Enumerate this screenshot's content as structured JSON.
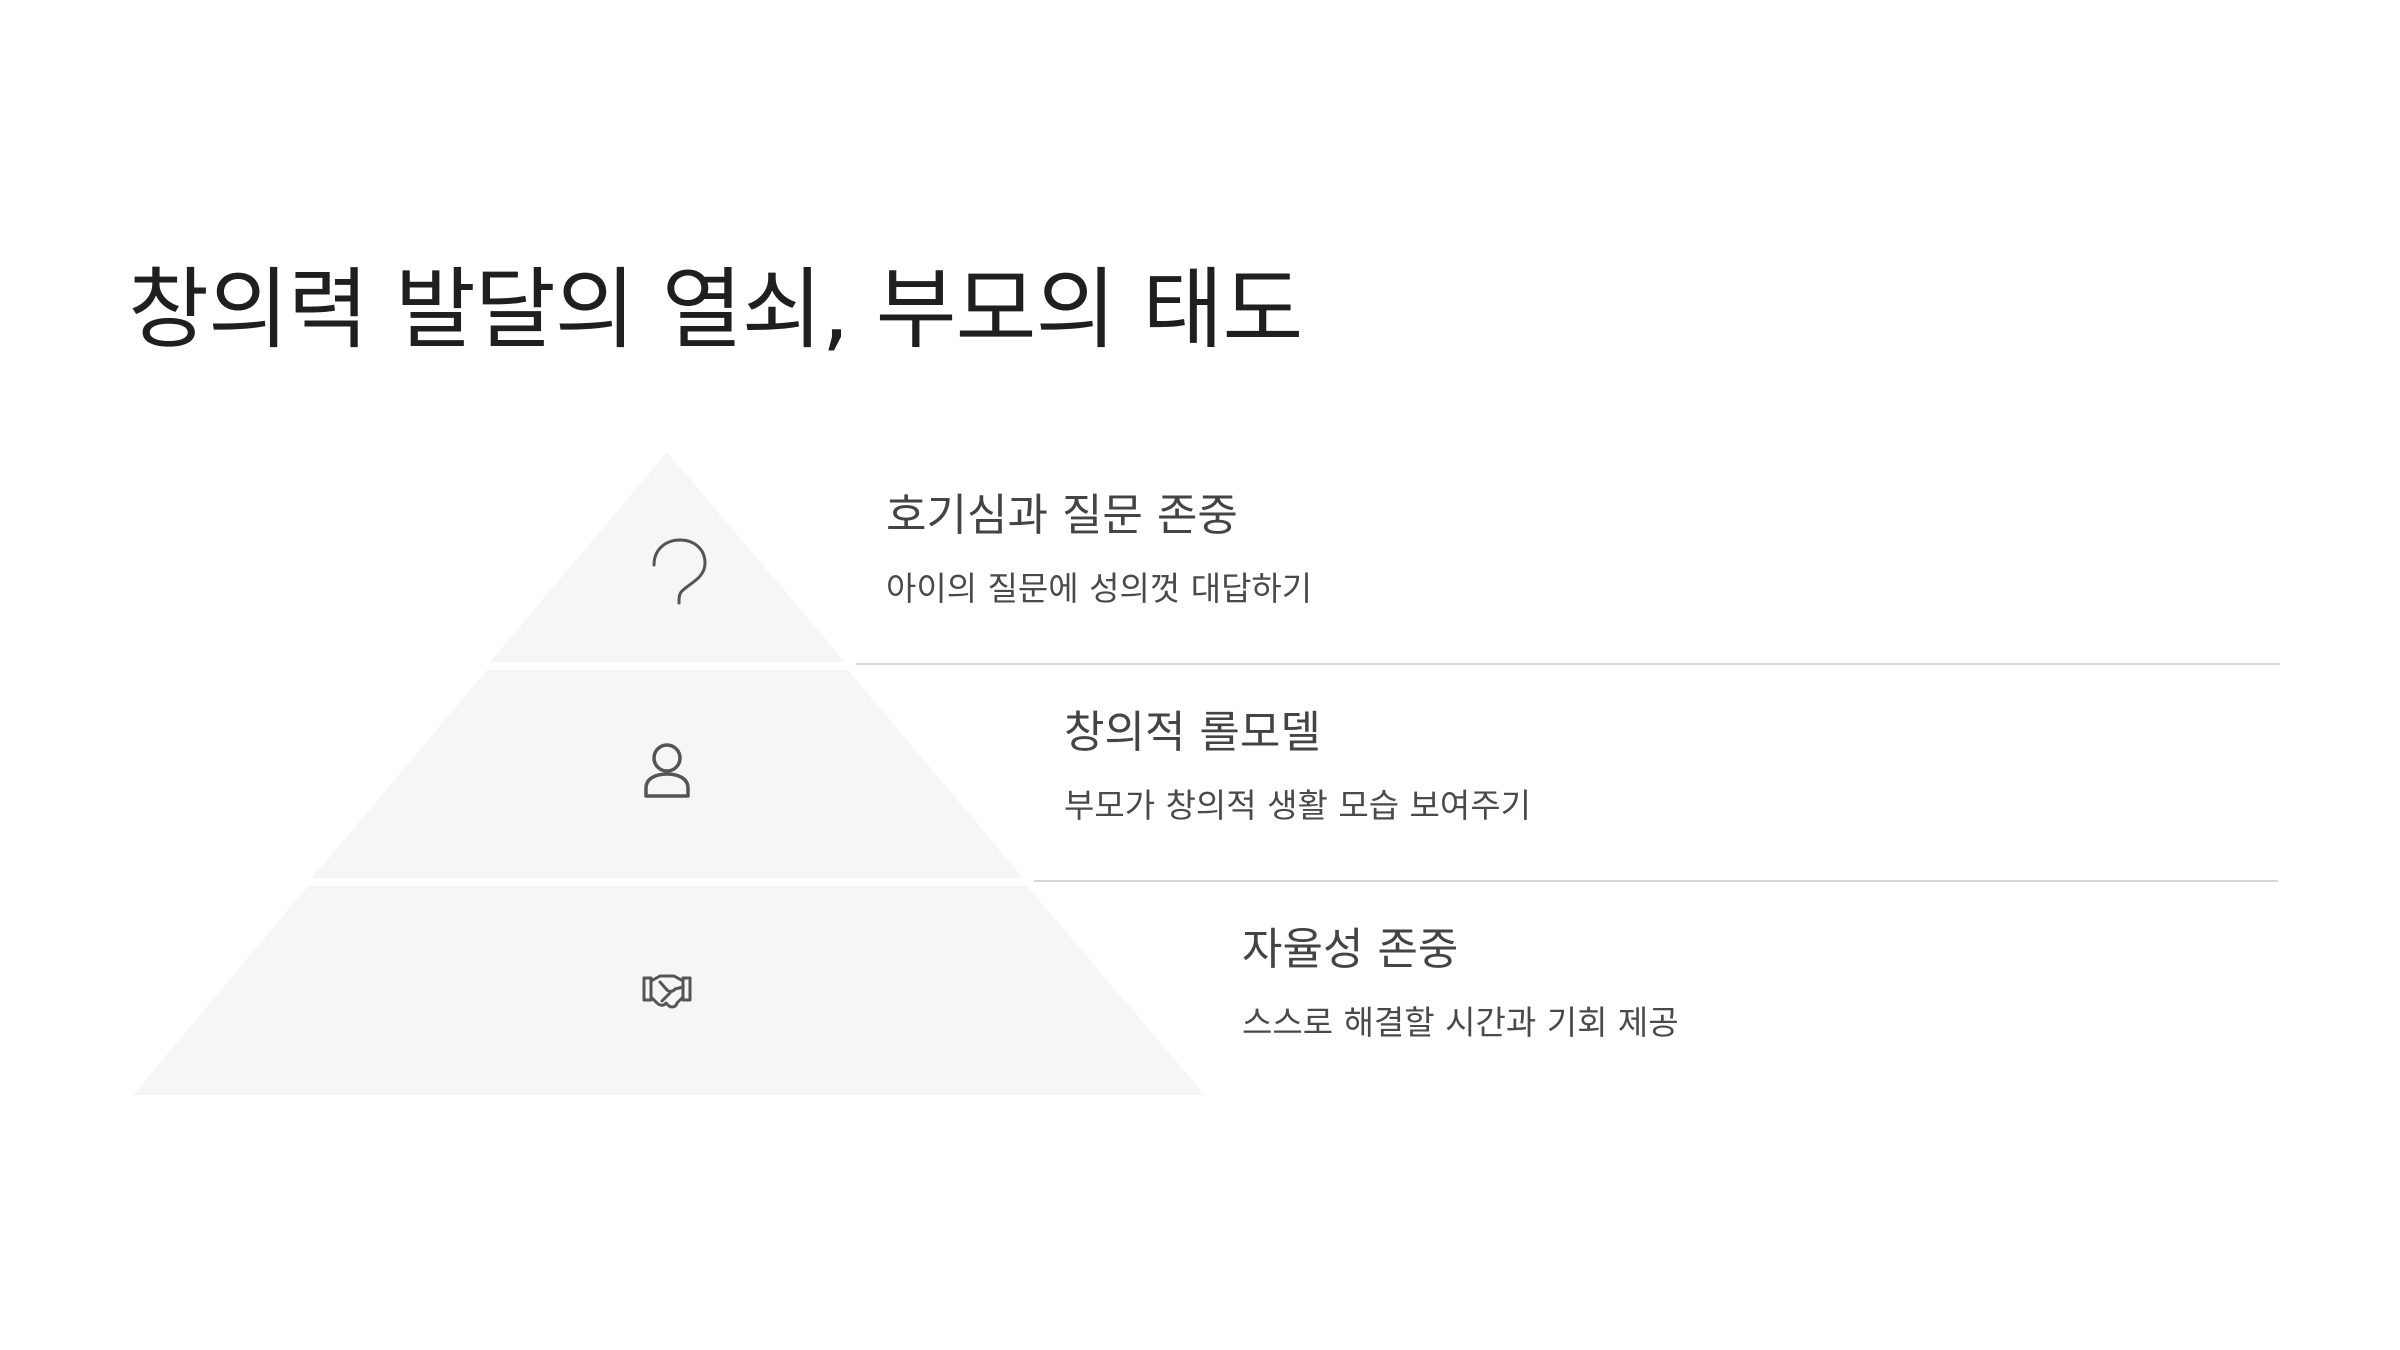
{
  "slide": {
    "title": "창의력 발달의 열쇠, 부모의 태도"
  },
  "pyramid": {
    "levels": [
      {
        "heading": "호기심과 질문 존중",
        "description": "아이의 질문에 성의껏 대답하기",
        "icon": "question-mark-icon"
      },
      {
        "heading": "창의적 롤모델",
        "description": "부모가 창의적 생활 모습 보여주기",
        "icon": "person-icon"
      },
      {
        "heading": "자율성 존중",
        "description": "스스로 해결할 시간과 기회 제공",
        "icon": "handshake-icon"
      }
    ]
  },
  "colors": {
    "pyramid_fill": "#f7f6f6",
    "divider": "#d8d8d8",
    "title": "#1f1f1f",
    "text": "#444444",
    "icon": "#555555"
  }
}
